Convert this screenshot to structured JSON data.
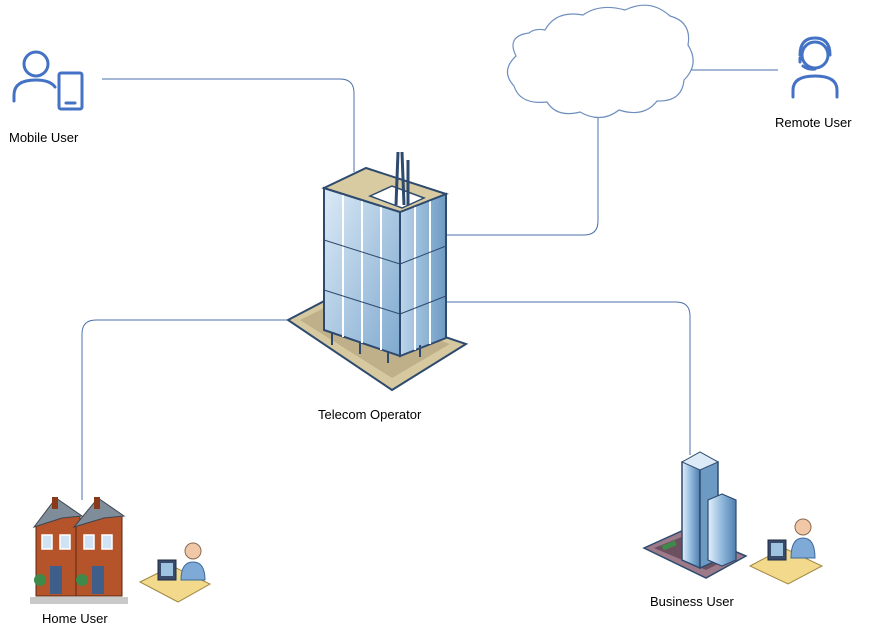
{
  "nodes": {
    "mobile_user": {
      "label": "Mobile User",
      "icon": "mobile-user-icon"
    },
    "remote_user": {
      "label": "Remote User",
      "icon": "headset-user-icon"
    },
    "telecom_operator": {
      "label": "Telecom Operator",
      "icon": "office-tower-icon"
    },
    "home_user": {
      "label": "Home User",
      "icon": "houses-icon"
    },
    "business_user": {
      "label": "Business User",
      "icon": "skyscraper-icon"
    },
    "cloud": {
      "icon": "cloud-icon"
    }
  },
  "colors": {
    "connector": "#4a6fa8",
    "icon_blue": "#4472c4",
    "cloud_stroke": "#6f8fbf",
    "building_glass": "#9ec3e0",
    "building_frame": "#2e4a6e",
    "house_brick": "#b5532a",
    "desk": "#f2d98c"
  }
}
